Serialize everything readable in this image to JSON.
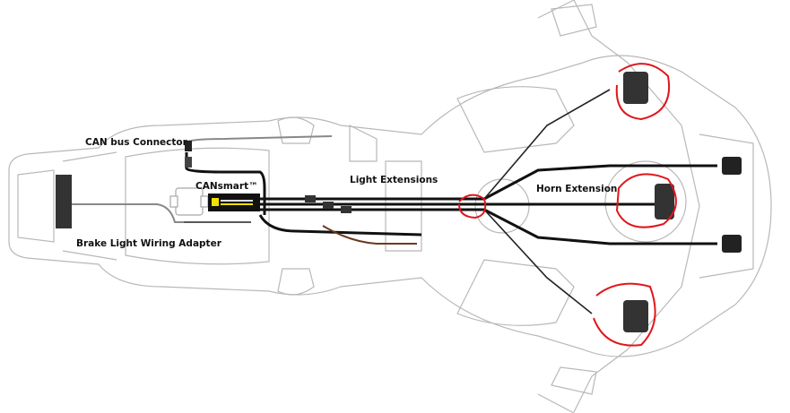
{
  "diagram": {
    "labels": {
      "can_bus_connector": "CAN bus Connector",
      "cansmart": "CANsmart™",
      "light_extensions": "Light Extensions",
      "horn_extension": "Horn Extension",
      "brake_light_adapter": "Brake Light Wiring Adapter"
    },
    "colors": {
      "wire": "#111111",
      "outline": "#b8b8b8",
      "highlight": "#e0161b",
      "module_accent": "#f2e200"
    }
  }
}
